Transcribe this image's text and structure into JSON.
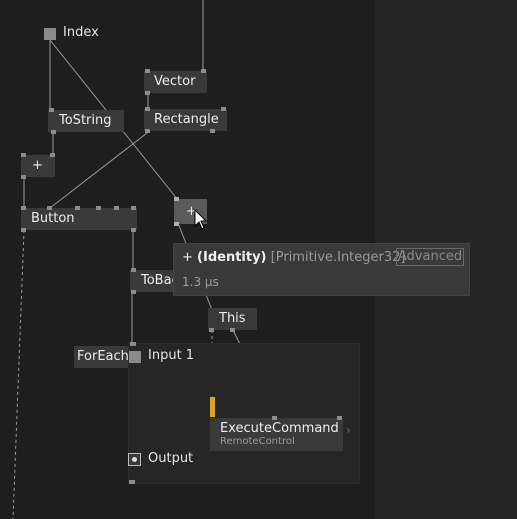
{
  "canvas": {
    "background": "#1e1e1e",
    "panel_background": "#252525"
  },
  "pads": {
    "index": "Index",
    "input1": "Input 1",
    "output": "Output"
  },
  "nodes": {
    "vector": "Vector",
    "tostring": "ToString",
    "rectangle": "Rectangle",
    "plus_small": "+",
    "button": "Button",
    "plus_hover": "+",
    "tobac": "ToBac",
    "this": "This",
    "foreach": "ForEach",
    "execute_title": "ExecuteCommand",
    "execute_sub": "RemoteControl"
  },
  "tooltip": {
    "prefix": "+",
    "name": "(Identity)",
    "type": "[Primitive.Integer32]",
    "advanced": "Advanced",
    "timing": "1.3 µs"
  },
  "colors": {
    "node": "#3a3a3a",
    "pin": "#8c8c8c",
    "wire": "#9a9a9a",
    "highlight_pin": "#d9a520"
  },
  "icons": {
    "cursor": "arrow-cursor-icon"
  }
}
